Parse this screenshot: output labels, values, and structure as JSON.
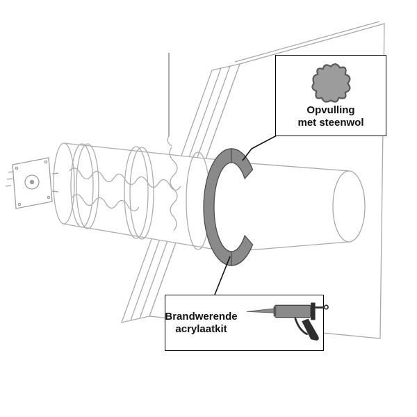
{
  "figure": {
    "background": "#ffffff",
    "light_line_color": "#adadad",
    "seal_ring_color": "#8a8a8a",
    "seal_ring_outline": "#4d4d4d",
    "callout_border_color": "#000000"
  },
  "callouts": {
    "steenwol": {
      "line1": "Opvulling",
      "line2": "met steenwol",
      "icon": "rockwool-blob-icon"
    },
    "acrylaatkit": {
      "line1": "Brandwerende",
      "line2": "acrylaatkit",
      "icon": "caulking-gun-icon"
    }
  }
}
